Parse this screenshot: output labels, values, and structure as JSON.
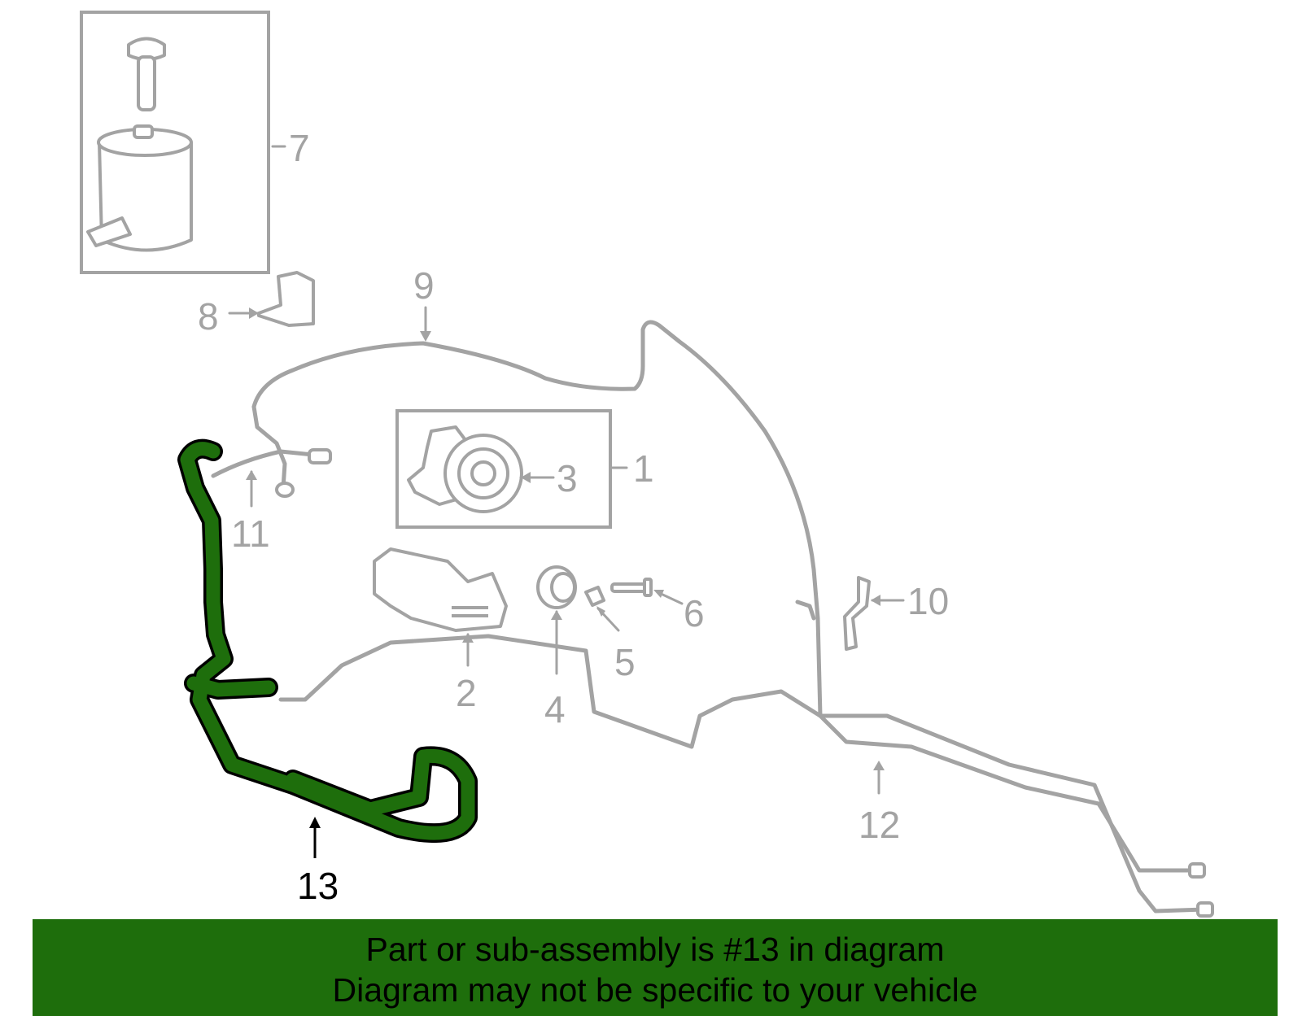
{
  "callouts": {
    "c1": "1",
    "c2": "2",
    "c3": "3",
    "c4": "4",
    "c5": "5",
    "c6": "6",
    "c7": "7",
    "c8": "8",
    "c9": "9",
    "c10": "10",
    "c11": "11",
    "c12": "12",
    "c13": "13"
  },
  "highlighted_part": "13",
  "colors": {
    "highlight": "#1e6e0c",
    "parts": "#a3a3a3",
    "banner": "#1e6e0c"
  },
  "banner": {
    "line1": "Part or sub-assembly is #13 in diagram",
    "line2": "Diagram may not be specific to your vehicle"
  }
}
